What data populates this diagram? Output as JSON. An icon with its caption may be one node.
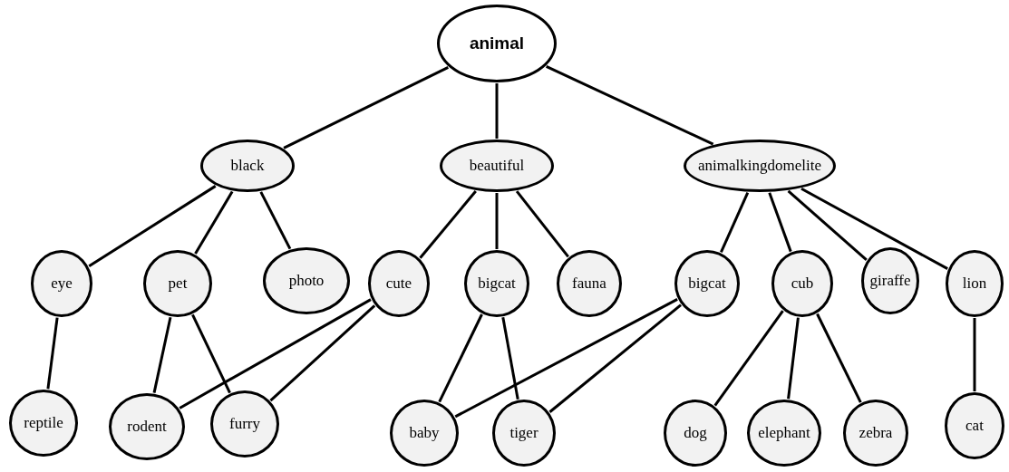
{
  "diagram": {
    "nodes": [
      {
        "text": [
          "animal"
        ]
      },
      {
        "text": [
          "black"
        ]
      },
      {
        "text": [
          "beautiful"
        ]
      },
      {
        "text": [
          "animalkingdomelite"
        ]
      },
      {
        "text": [
          "eye"
        ]
      },
      {
        "text": [
          "pet"
        ]
      },
      {
        "text": [
          "photo"
        ]
      },
      {
        "text": [
          "cute"
        ]
      },
      {
        "text": [
          "bigcat"
        ]
      },
      {
        "text": [
          "fauna"
        ]
      },
      {
        "text": [
          "bigcat"
        ]
      },
      {
        "text": [
          "cub"
        ]
      },
      {
        "text": [
          "giraffe"
        ]
      },
      {
        "text": [
          "lion"
        ]
      },
      {
        "text": [
          "reptile"
        ]
      },
      {
        "text": [
          "rodent"
        ]
      },
      {
        "text": [
          "furry"
        ]
      },
      {
        "text": [
          "baby"
        ]
      },
      {
        "text": [
          "tiger"
        ]
      },
      {
        "text": [
          "dog"
        ]
      },
      {
        "text": [
          "elephant"
        ]
      },
      {
        "text": [
          "zebra"
        ]
      },
      {
        "text": [
          "cat"
        ]
      }
    ],
    "edges": [
      {
        "from": 0,
        "to": 1,
        "arrow": "none"
      },
      {
        "from": 0,
        "to": 2,
        "arrow": "none"
      },
      {
        "from": 0,
        "to": 3,
        "arrow": "none"
      },
      {
        "from": 1,
        "to": 4,
        "arrow": "none"
      },
      {
        "from": 1,
        "to": 5,
        "arrow": "none"
      },
      {
        "from": 1,
        "to": 6,
        "arrow": "none"
      },
      {
        "from": 2,
        "to": 7,
        "arrow": "none"
      },
      {
        "from": 2,
        "to": 8,
        "arrow": "none"
      },
      {
        "from": 2,
        "to": 9,
        "arrow": "none"
      },
      {
        "from": 3,
        "to": 10,
        "arrow": "none"
      },
      {
        "from": 3,
        "to": 11,
        "arrow": "none"
      },
      {
        "from": 3,
        "to": 12,
        "arrow": "none"
      },
      {
        "from": 3,
        "to": 13,
        "arrow": "none"
      },
      {
        "from": 4,
        "to": 14,
        "arrow": "none"
      },
      {
        "from": 5,
        "to": 15,
        "arrow": "none"
      },
      {
        "from": 5,
        "to": 16,
        "arrow": "none"
      },
      {
        "from": 7,
        "to": 15,
        "arrow": "none"
      },
      {
        "from": 7,
        "to": 16,
        "arrow": "none"
      },
      {
        "from": 8,
        "to": 17,
        "arrow": "none"
      },
      {
        "from": 8,
        "to": 18,
        "arrow": "none"
      },
      {
        "from": 10,
        "to": 17,
        "arrow": "none"
      },
      {
        "from": 10,
        "to": 18,
        "arrow": "none"
      },
      {
        "from": 11,
        "to": 19,
        "arrow": "none"
      },
      {
        "from": 11,
        "to": 20,
        "arrow": "none"
      },
      {
        "from": 11,
        "to": 21,
        "arrow": "none"
      },
      {
        "from": 13,
        "to": 22,
        "arrow": "none"
      }
    ]
  }
}
